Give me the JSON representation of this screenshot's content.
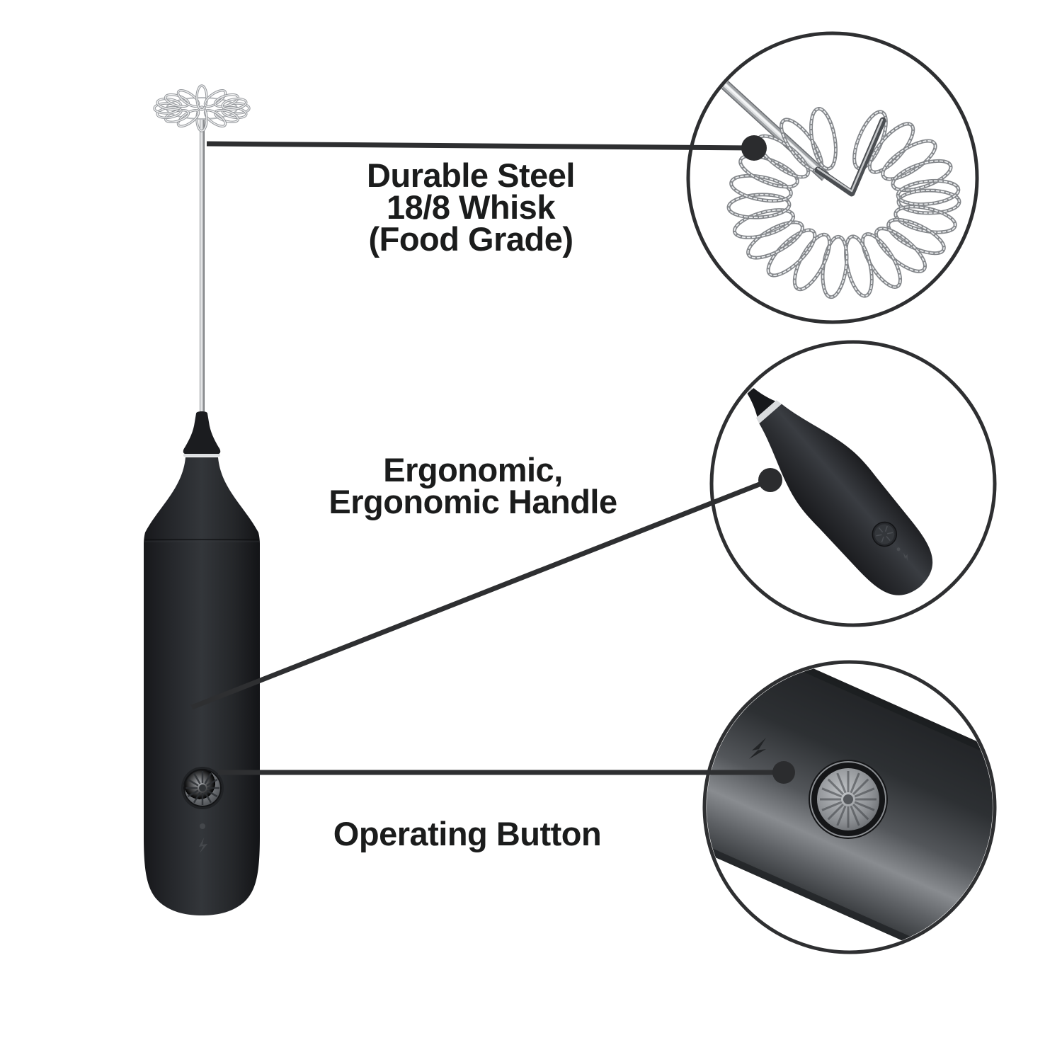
{
  "page": {
    "background": "#ffffff",
    "description_visible_text_only": true
  },
  "labels": {
    "whisk": {
      "line1": "Durable Steel",
      "line2": "18/8 Whisk",
      "line3": "(Food Grade)"
    },
    "handle": {
      "line1": "Ergonomic,",
      "line2": "Ergonomic Handle"
    },
    "operating_button": {
      "line1": "Operating Button"
    }
  },
  "colors": {
    "text": "#1b1c1c",
    "leader_line": "#2e2f31",
    "callout_dot": "#2b2c2e",
    "circle_outline": "#2e2f31",
    "device_body_dark": "#202226",
    "steel_silver": "#c7c9cb",
    "button_metal": "#8b8e92"
  },
  "icons": {
    "whisk_coil": "spring-whisk-icon",
    "charging_bolt_device": "lightning-bolt-icon",
    "charging_bolt_closeup": "lightning-bolt-icon",
    "led_indicator": "led-dot-icon",
    "power_button": "power-button-icon"
  }
}
